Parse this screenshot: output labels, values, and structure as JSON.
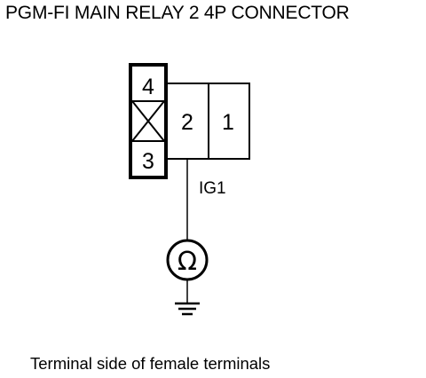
{
  "title": "PGM-FI MAIN RELAY 2 4P CONNECTOR",
  "connector": {
    "terminals": [
      "4",
      "2",
      "1",
      "3"
    ],
    "wire_label": "IG1"
  },
  "meter": {
    "symbol": "Ω",
    "icon": "ohmmeter-icon"
  },
  "ground": {
    "icon": "ground-icon"
  },
  "caption": "Terminal side of female terminals"
}
